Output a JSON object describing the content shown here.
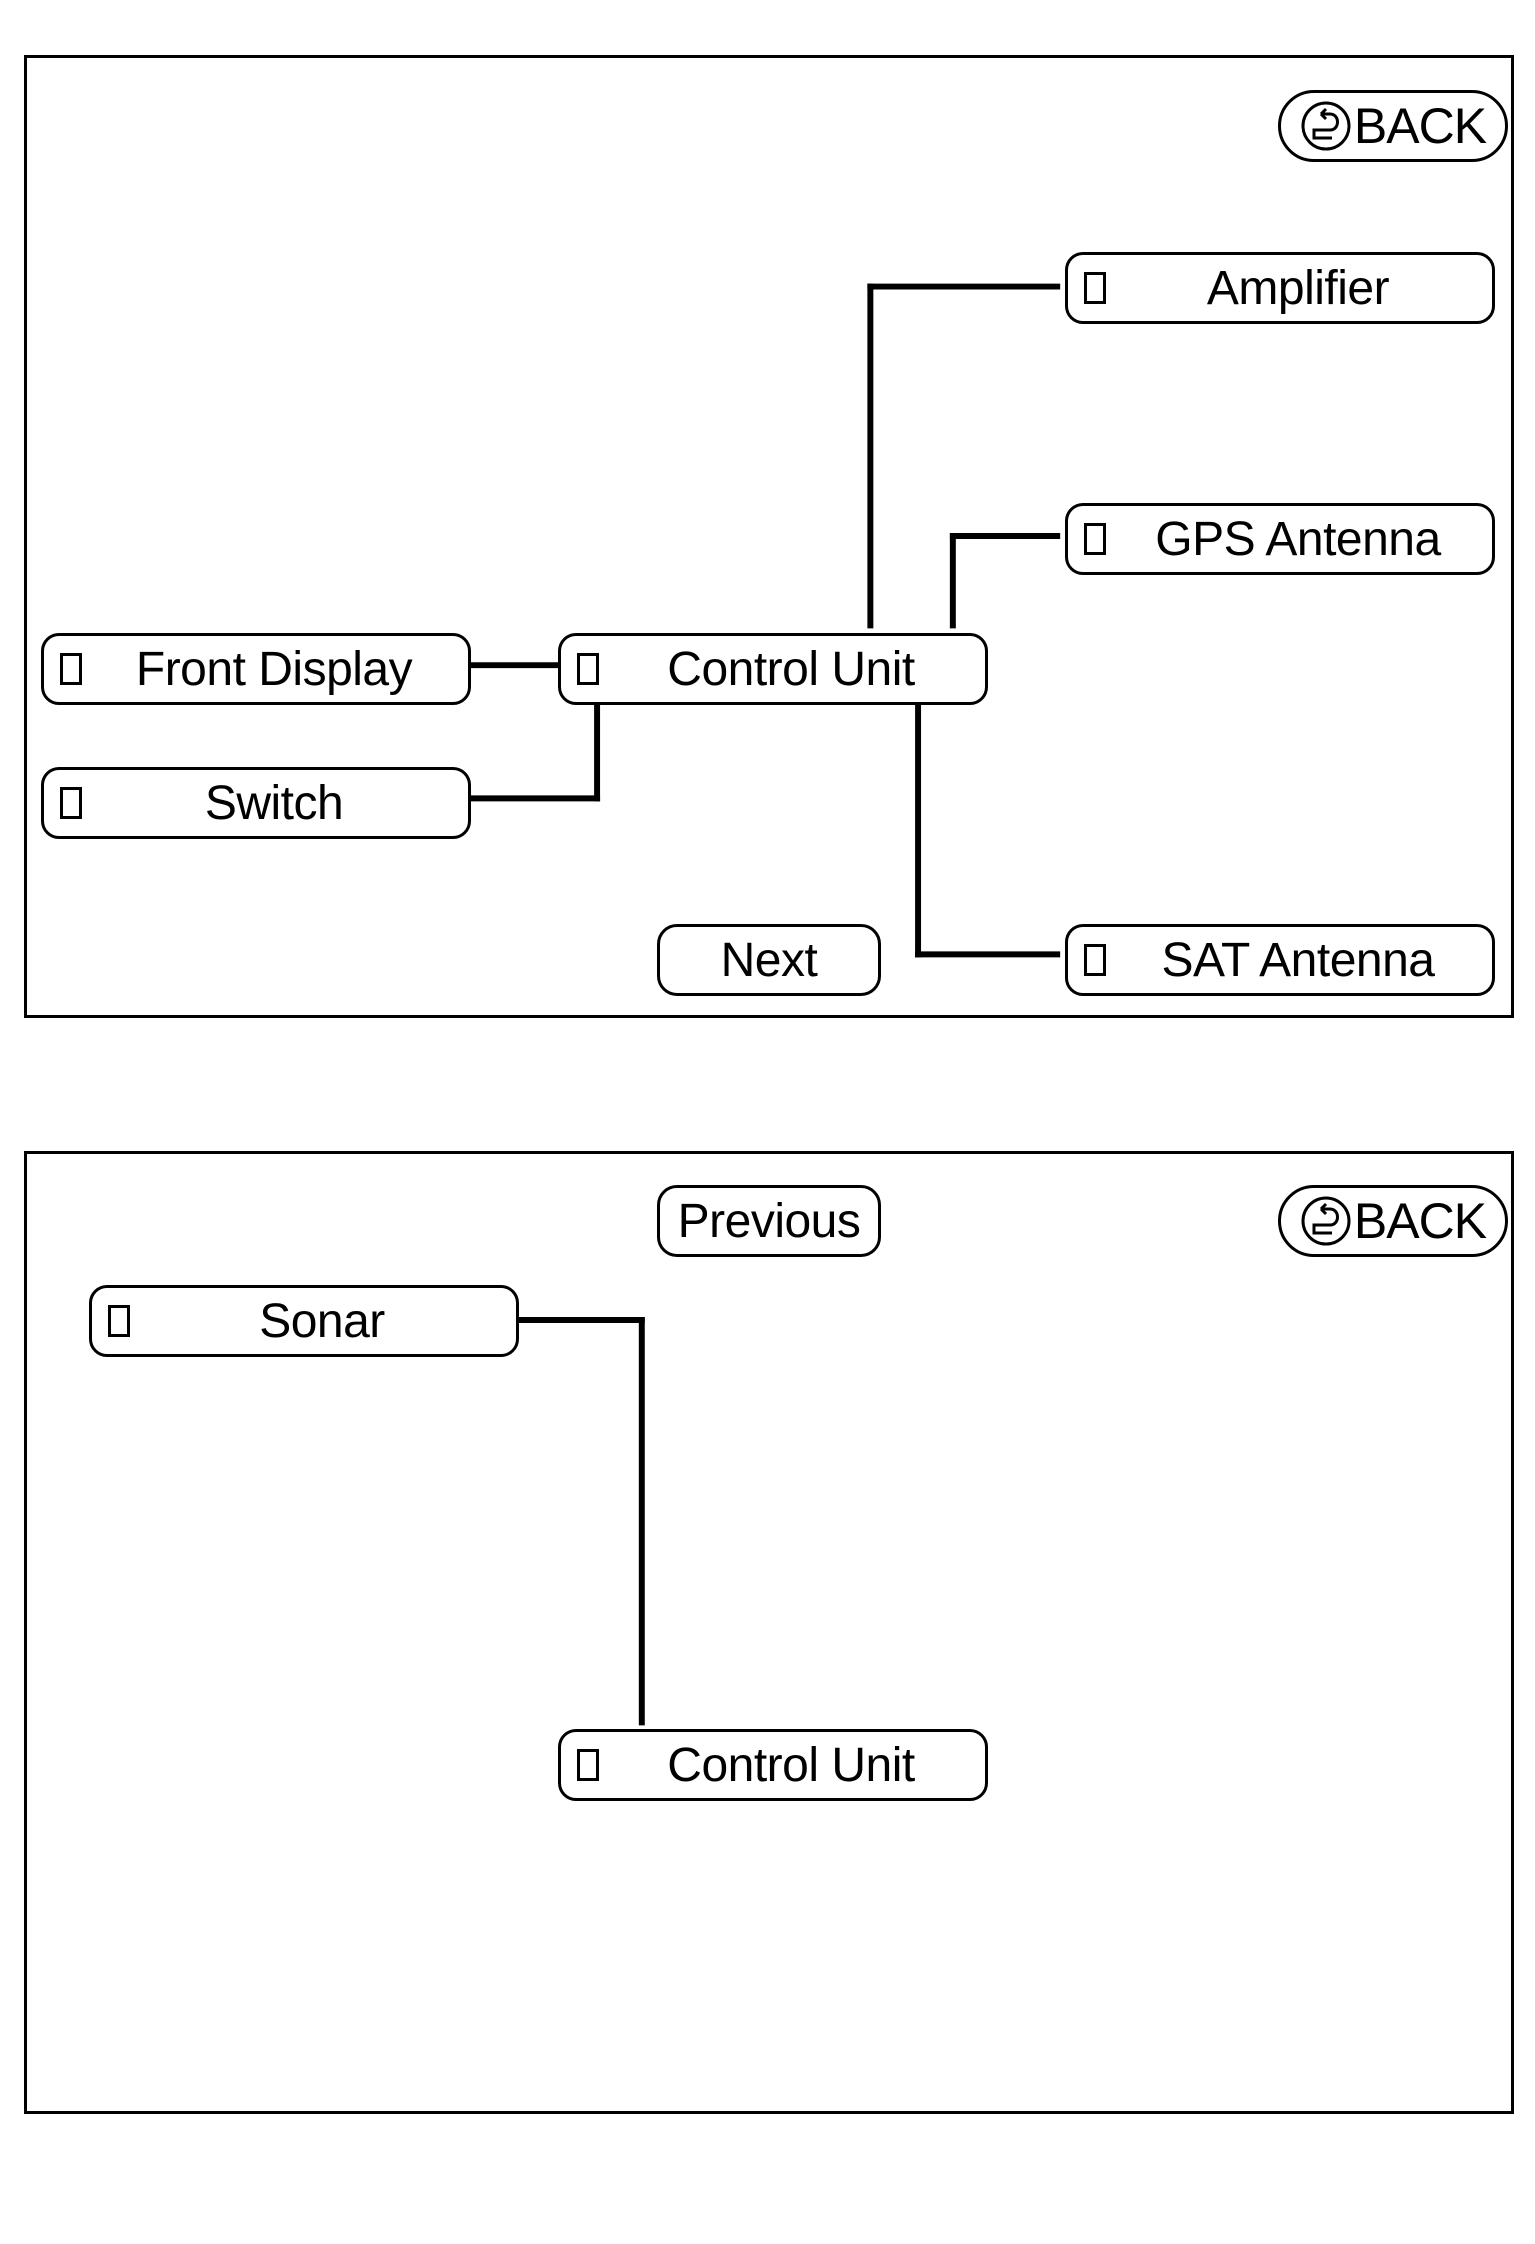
{
  "screen1": {
    "back_label": "BACK",
    "next_label": "Next",
    "nodes": {
      "front_display": "Front Display",
      "switch": "Switch",
      "control_unit": "Control Unit",
      "amplifier": "Amplifier",
      "gps_antenna": "GPS Antenna",
      "sat_antenna": "SAT Antenna"
    }
  },
  "screen2": {
    "back_label": "BACK",
    "previous_label": "Previous",
    "nodes": {
      "sonar": "Sonar",
      "control_unit": "Control Unit"
    }
  },
  "icons": {
    "back": "u-turn-arrow-icon",
    "node_indicator": "checkbox-icon"
  },
  "colors": {
    "line": "#000000",
    "background": "#ffffff"
  }
}
